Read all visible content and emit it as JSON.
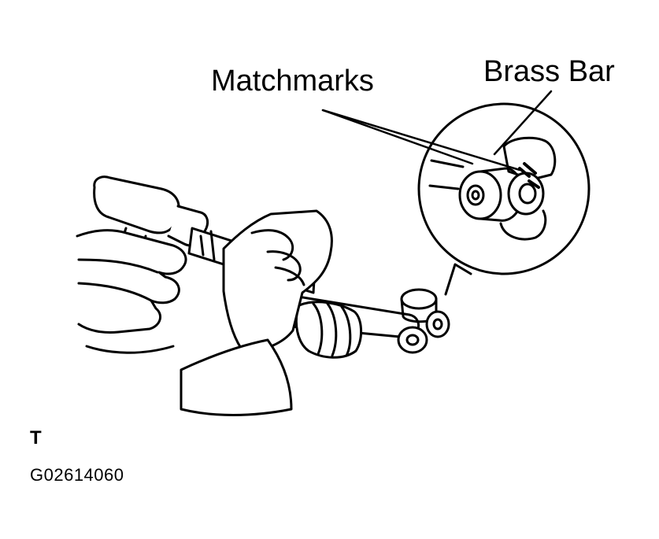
{
  "labels": {
    "matchmarks": "Matchmarks",
    "brass_bar": "Brass Bar",
    "view_code": "T",
    "figure_code": "G02614060"
  },
  "colors": {
    "line": "#000000",
    "background": "#ffffff"
  }
}
